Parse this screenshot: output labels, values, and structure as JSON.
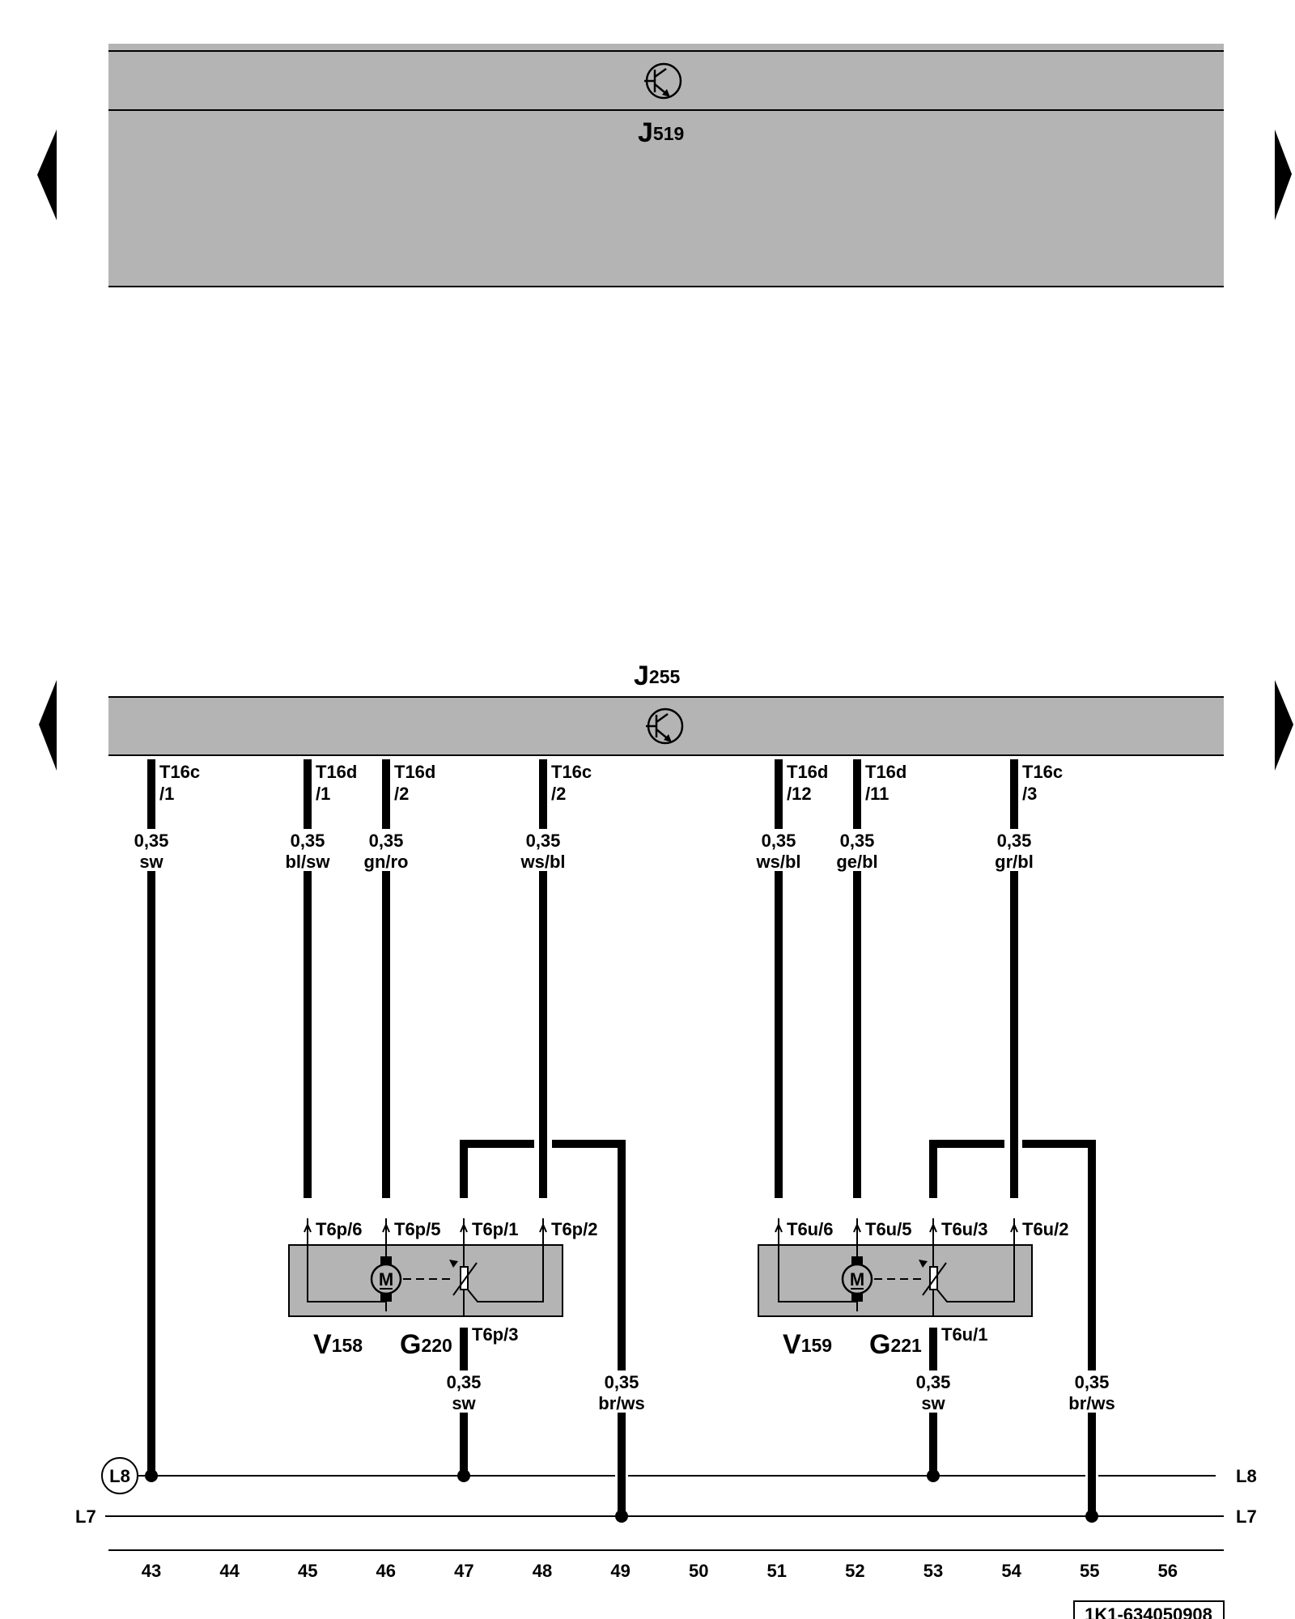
{
  "units": {
    "top": {
      "name": "J",
      "sub": "519"
    },
    "bottom": {
      "name": "J",
      "sub": "255"
    }
  },
  "wires": [
    {
      "id": "w43",
      "pin": [
        "T16c",
        "/1"
      ],
      "size": "0,35",
      "color": "sw"
    },
    {
      "id": "w45",
      "pin": [
        "T16d",
        "/1"
      ],
      "size": "0,35",
      "color": "bl/sw"
    },
    {
      "id": "w46",
      "pin": [
        "T16d",
        "/2"
      ],
      "size": "0,35",
      "color": "gn/ro"
    },
    {
      "id": "w48",
      "pin": [
        "T16c",
        "/2"
      ],
      "size": "0,35",
      "color": "ws/bl"
    },
    {
      "id": "w51",
      "pin": [
        "T16d",
        "/12"
      ],
      "size": "0,35",
      "color": "ws/bl"
    },
    {
      "id": "w52",
      "pin": [
        "T16d",
        "/11"
      ],
      "size": "0,35",
      "color": "ge/bl"
    },
    {
      "id": "w54",
      "pin": [
        "T16c",
        "/3"
      ],
      "size": "0,35",
      "color": "gr/bl"
    }
  ],
  "left_group": {
    "motor": {
      "name": "V",
      "sub": "158"
    },
    "pot": {
      "name": "G",
      "sub": "220"
    },
    "connectors": [
      "T6p/6",
      "T6p/5",
      "T6p/1",
      "T6p/2",
      "T6p/3"
    ],
    "motor_symbol": "M",
    "lower_wires": [
      {
        "size": "0,35",
        "color": "sw"
      },
      {
        "size": "0,35",
        "color": "br/ws"
      }
    ]
  },
  "right_group": {
    "motor": {
      "name": "V",
      "sub": "159"
    },
    "pot": {
      "name": "G",
      "sub": "221"
    },
    "connectors": [
      "T6u/6",
      "T6u/5",
      "T6u/3",
      "T6u/2",
      "T6u/1"
    ],
    "motor_symbol": "M",
    "lower_wires": [
      {
        "size": "0,35",
        "color": "sw"
      },
      {
        "size": "0,35",
        "color": "br/ws"
      }
    ]
  },
  "buses": {
    "l8_circle": "L8",
    "l8_right": "L8",
    "l7_left": "L7",
    "l7_right": "L7"
  },
  "columns": [
    "43",
    "44",
    "45",
    "46",
    "47",
    "48",
    "49",
    "50",
    "51",
    "52",
    "53",
    "54",
    "55",
    "56"
  ],
  "doc_id": "1K1-634050908",
  "icons": {
    "control_unit_symbol": "transistor-in-circle-icon",
    "page_nav": [
      "left-arrow-icon",
      "right-arrow-icon"
    ]
  }
}
